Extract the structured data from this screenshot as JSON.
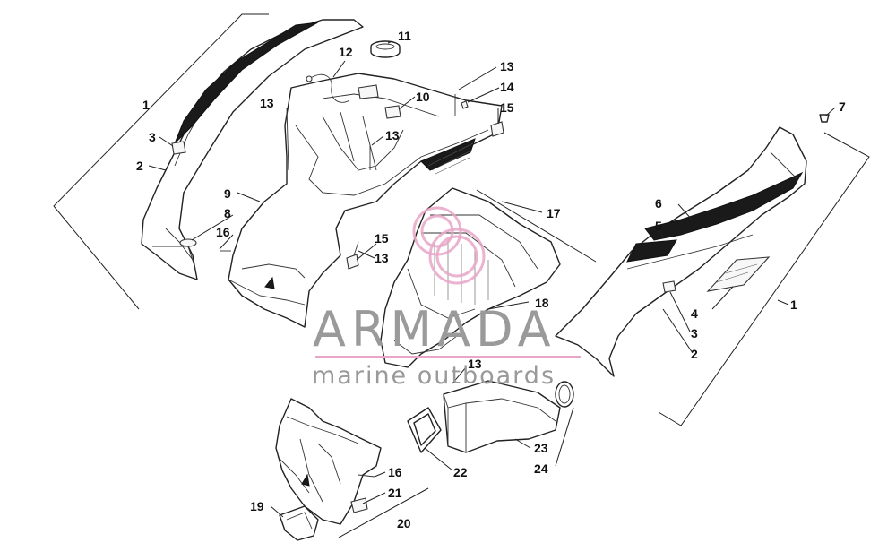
{
  "watermark": {
    "brand": "ARMADA",
    "tagline": "marine outboards",
    "accent_color": "#e8a6c8",
    "text_color": "#9a9a9a"
  },
  "callouts": {
    "c1_left": "1",
    "c2_left": "2",
    "c3_left": "3",
    "c8": "8",
    "c9": "9",
    "c16_upper": "16",
    "c12": "12",
    "c11": "11",
    "c10": "10",
    "c13_a": "13",
    "c13_b": "13",
    "c13_c": "13",
    "c13_d": "13",
    "c13_e": "13",
    "c14": "14",
    "c15_a": "15",
    "c15_b": "15",
    "c17": "17",
    "c18": "18",
    "c7": "7",
    "c6": "6",
    "c5": "5",
    "c4": "4",
    "c3_right": "3",
    "c2_right": "2",
    "c1_right": "1",
    "c22": "22",
    "c23": "23",
    "c24": "24",
    "c16_lower": "16",
    "c21": "21",
    "c19": "19",
    "c20": "20"
  }
}
